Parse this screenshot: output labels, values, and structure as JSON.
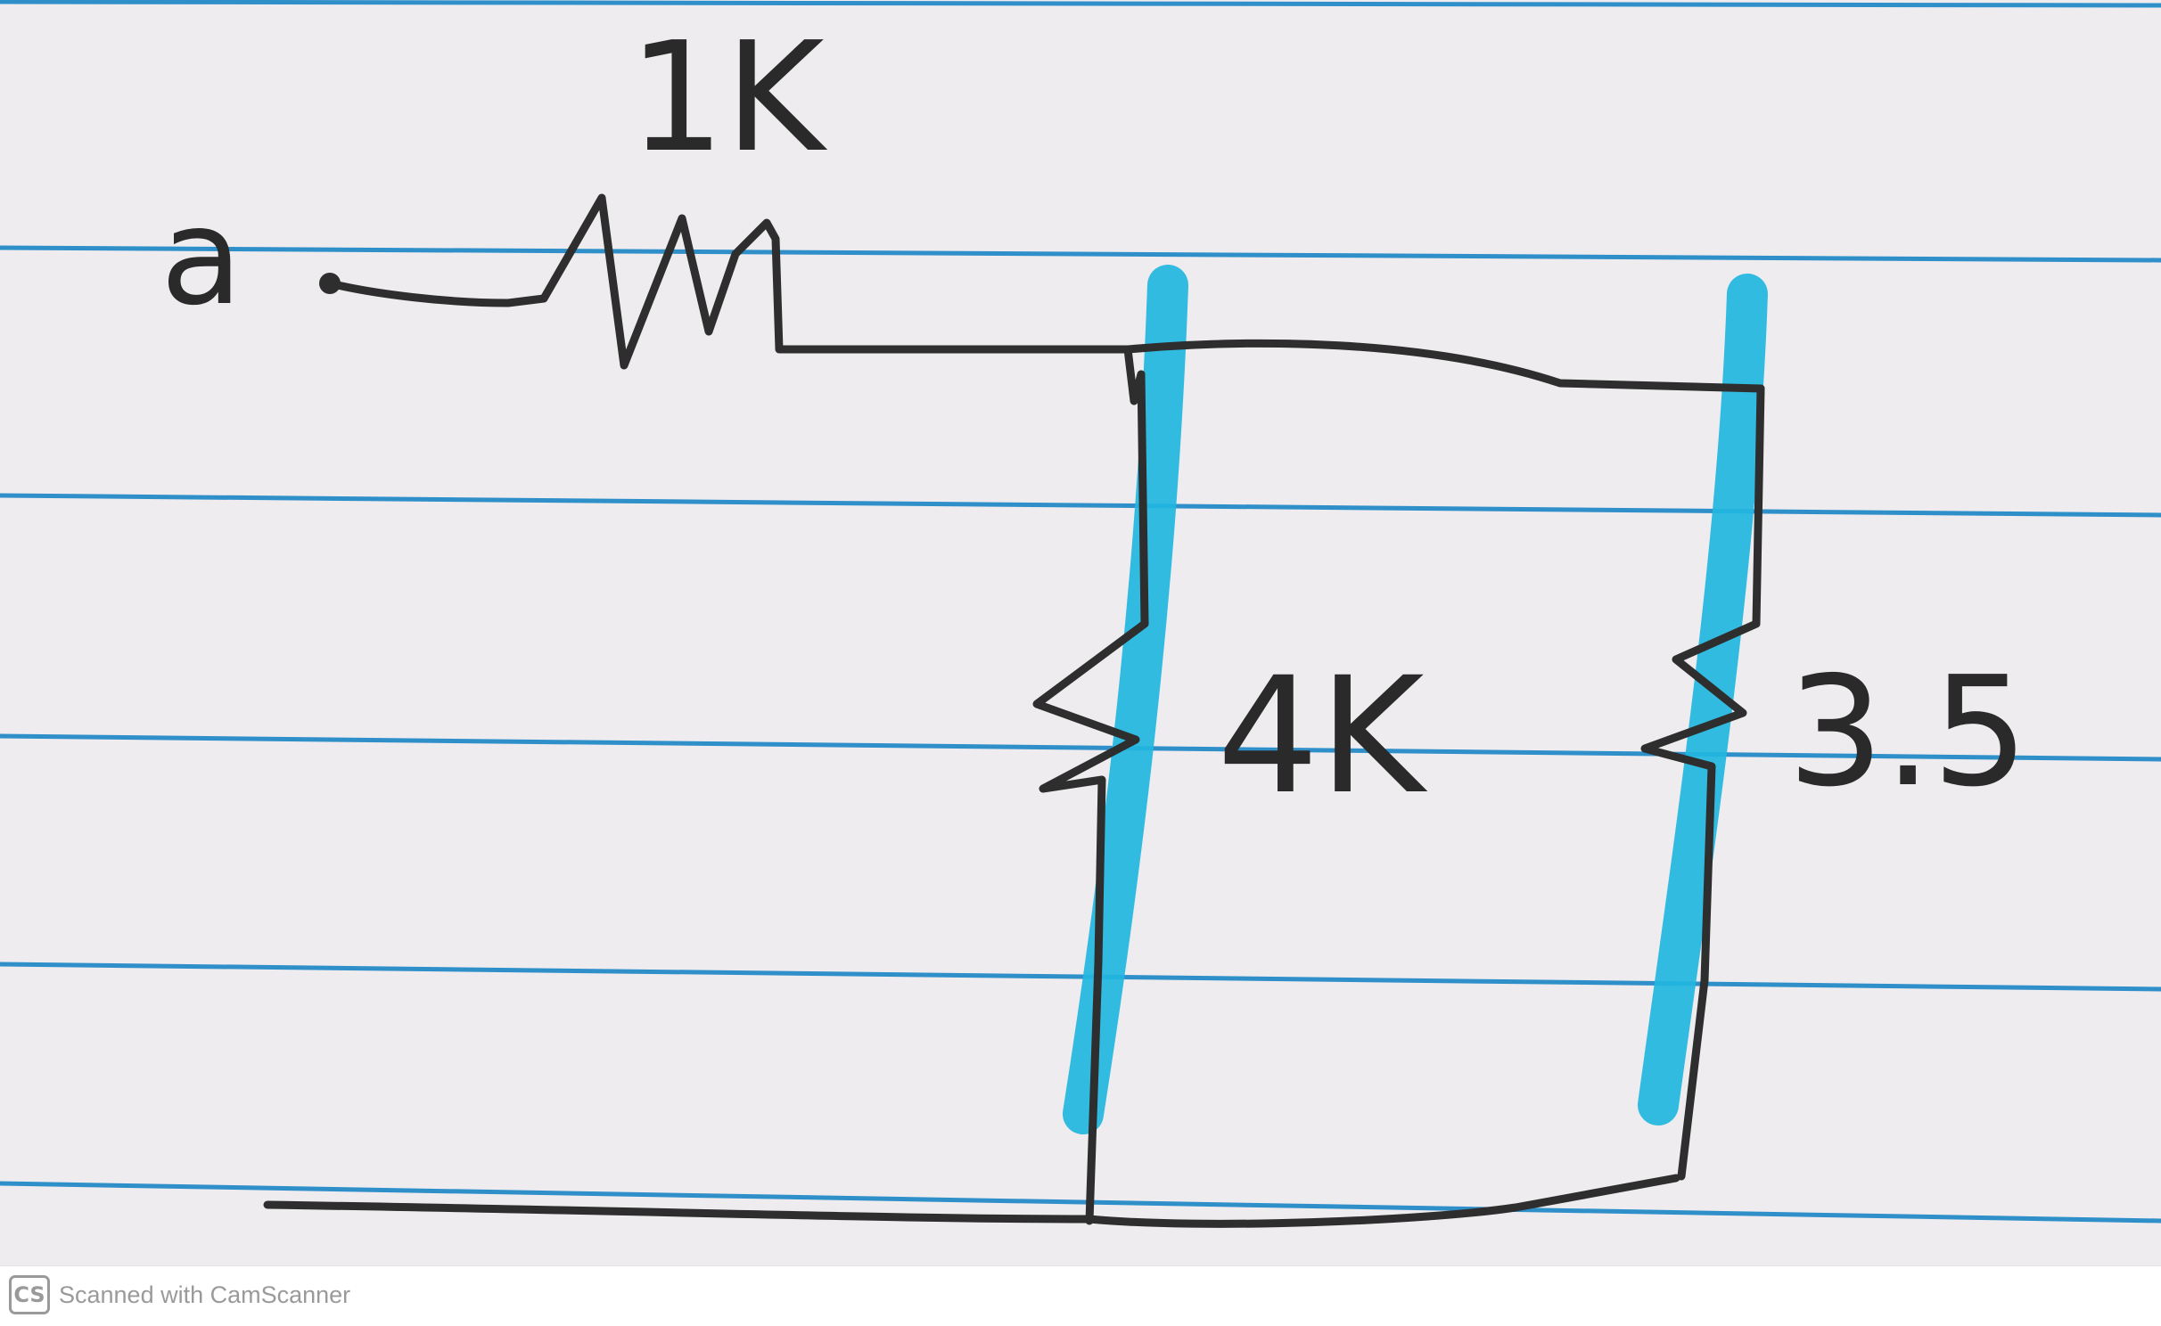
{
  "diagram": {
    "labels": {
      "resistor_series": "1K",
      "resistor_left": "4K",
      "resistor_right": "3.5",
      "terminal": "a"
    },
    "colors": {
      "paper": "#eeecef",
      "rule_line": "#2f8fc9",
      "ink": "#2e2e2e",
      "highlighter": "#22b6e0"
    }
  },
  "footer": {
    "logo_text": "CS",
    "text": "Scanned with CamScanner"
  }
}
